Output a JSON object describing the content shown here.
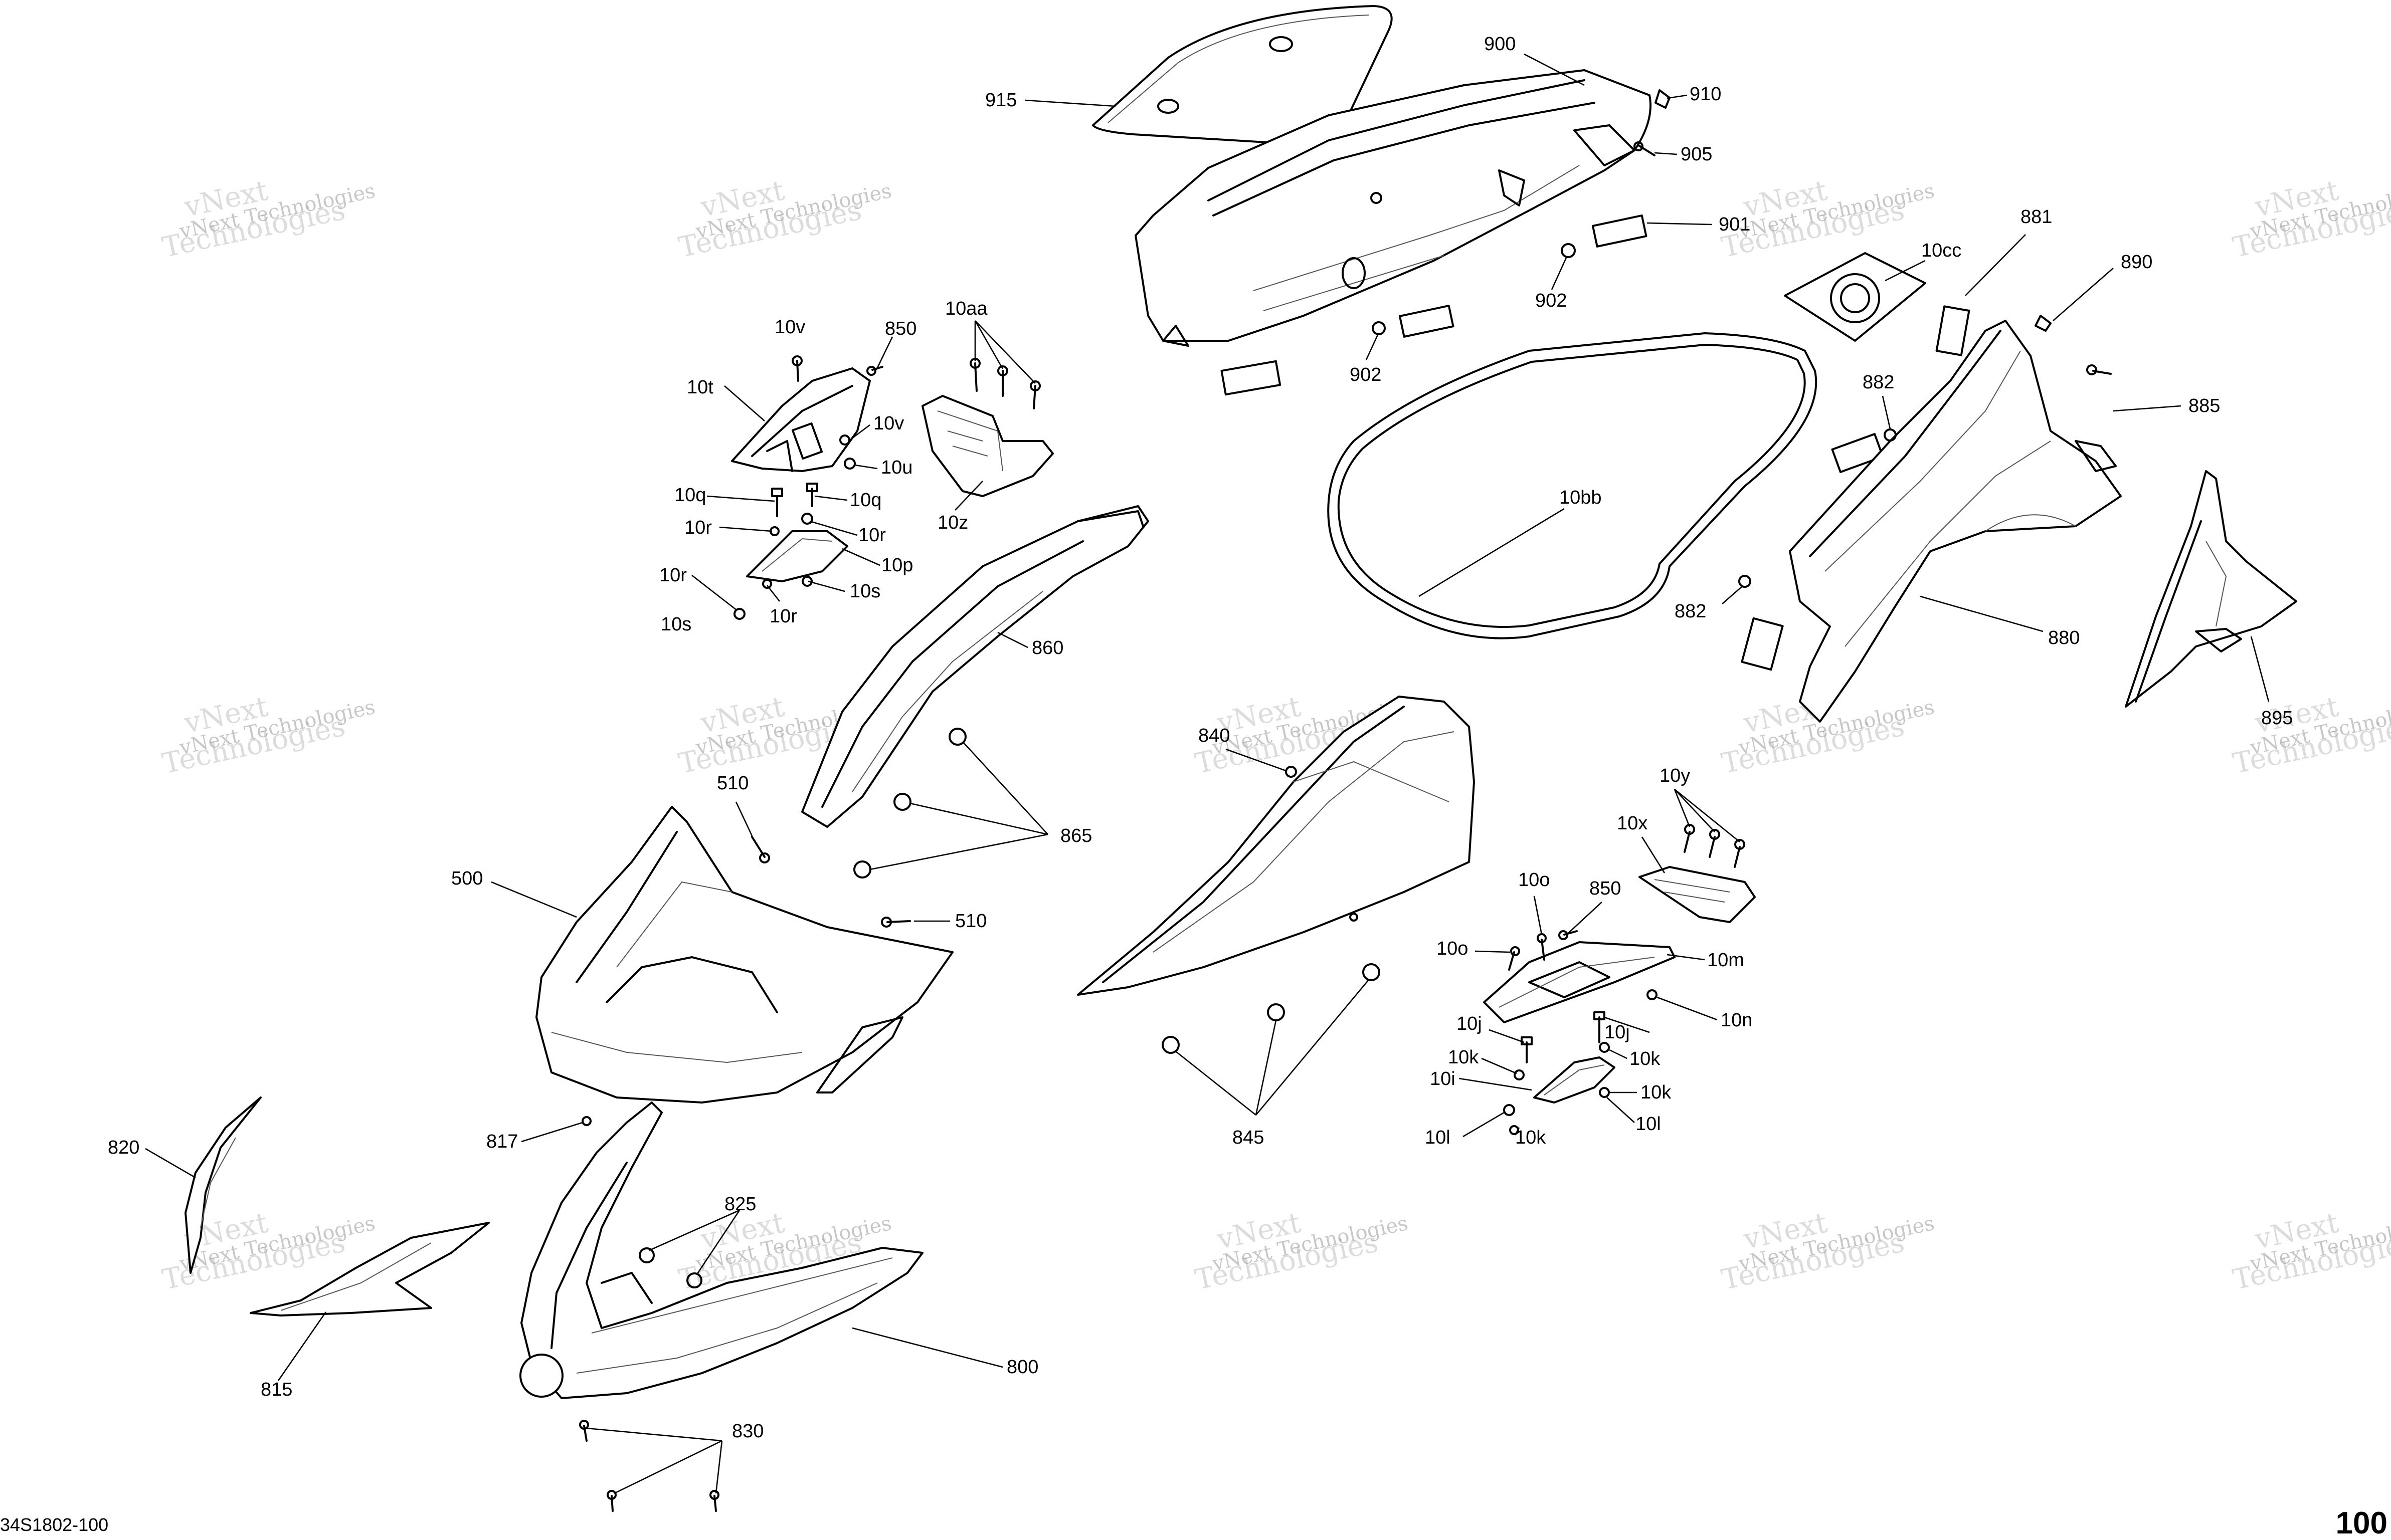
{
  "watermark": {
    "line1": "vNext Technologies",
    "line2": "vNext",
    "line3": "Technologies"
  },
  "drawing_code": "34S1802-100",
  "page_number": "100",
  "callouts": {
    "c915": "915",
    "c900": "900",
    "c910": "910",
    "c905": "905",
    "c901": "901",
    "c902a": "902",
    "c902b": "902",
    "c10cc": "10cc",
    "c881": "881",
    "c890": "890",
    "c882a": "882",
    "c882b": "882",
    "c885": "885",
    "c880": "880",
    "c895": "895",
    "c10bb": "10bb",
    "c10v_a": "10v",
    "c850_a": "850",
    "c10aa": "10aa",
    "c10t": "10t",
    "c10v_b": "10v",
    "c10u": "10u",
    "c10q_a": "10q",
    "c10q_b": "10q",
    "c10r_a": "10r",
    "c10r_b": "10r",
    "c10p": "10p",
    "c10r_c": "10r",
    "c10s_a": "10s",
    "c10r_d": "10r",
    "c10s_b": "10s",
    "c10z": "10z",
    "c860": "860",
    "c865": "865",
    "c510_a": "510",
    "c500": "500",
    "c510_b": "510",
    "c840": "840",
    "c10y": "10y",
    "c10x": "10x",
    "c10o_a": "10o",
    "c850_b": "850",
    "c10o_b": "10o",
    "c10m": "10m",
    "c10n": "10n",
    "c10j_a": "10j",
    "c10j_b": "10j",
    "c10k_a": "10k",
    "c10k_b": "10k",
    "c10i": "10i",
    "c10k_c": "10k",
    "c10l_a": "10l",
    "c10k_d": "10k",
    "c10l_b": "10l",
    "c845": "845",
    "c820": "820",
    "c817": "817",
    "c825": "825",
    "c815": "815",
    "c800": "800",
    "c830": "830"
  }
}
